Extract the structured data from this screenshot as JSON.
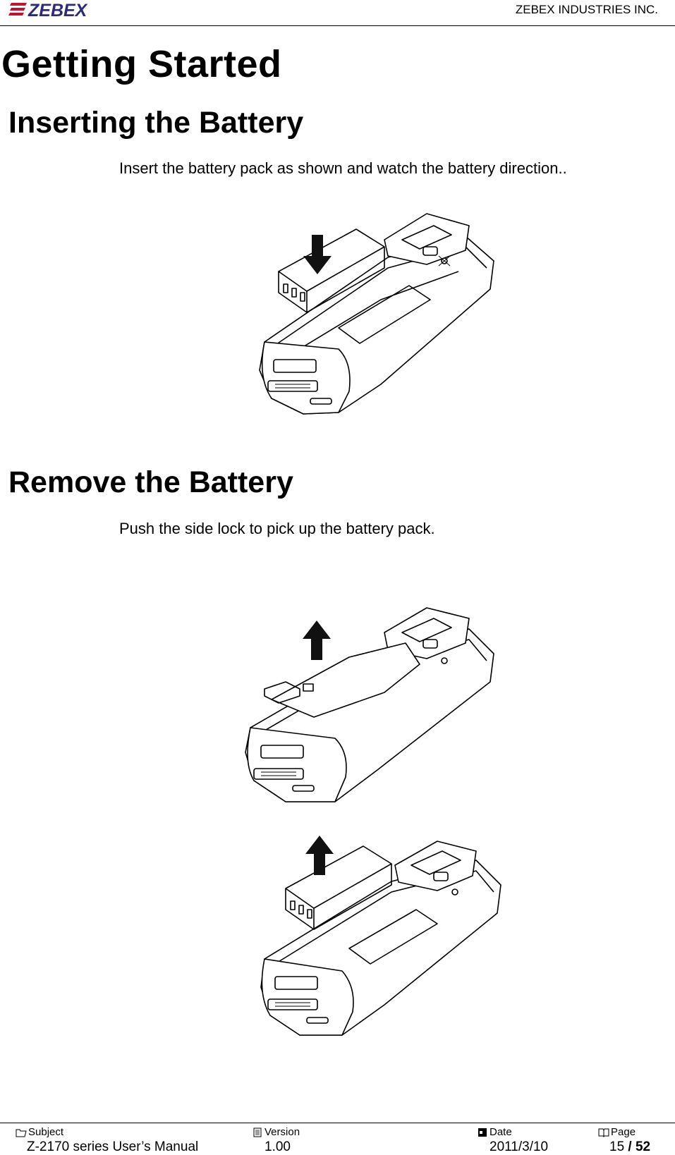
{
  "header": {
    "logo_text": "ZEBEX",
    "company": "ZEBEX INDUSTRIES INC."
  },
  "page": {
    "title": "Getting Started",
    "sections": [
      {
        "heading": "Inserting the Battery",
        "text": "Insert the battery pack as shown and watch the battery direction.."
      },
      {
        "heading": "Remove the Battery",
        "text": "Push the side lock to pick up the battery pack."
      }
    ]
  },
  "footer": {
    "subject_label": "Subject",
    "subject_value": "Z-2170 series User’s Manual",
    "version_label": "Version",
    "version_value": "1.00",
    "date_label": "Date",
    "date_value": "2011/3/10",
    "page_label": "Page",
    "page_current": "15",
    "page_sep": " / ",
    "page_total": "52"
  },
  "icons": {
    "logo": "zebex-logo",
    "insert_arrow": "arrow-down-icon",
    "remove_arrow": "arrow-up-icon",
    "subject": "folder-icon",
    "version": "document-icon",
    "date": "calendar-icon",
    "page": "book-icon"
  }
}
